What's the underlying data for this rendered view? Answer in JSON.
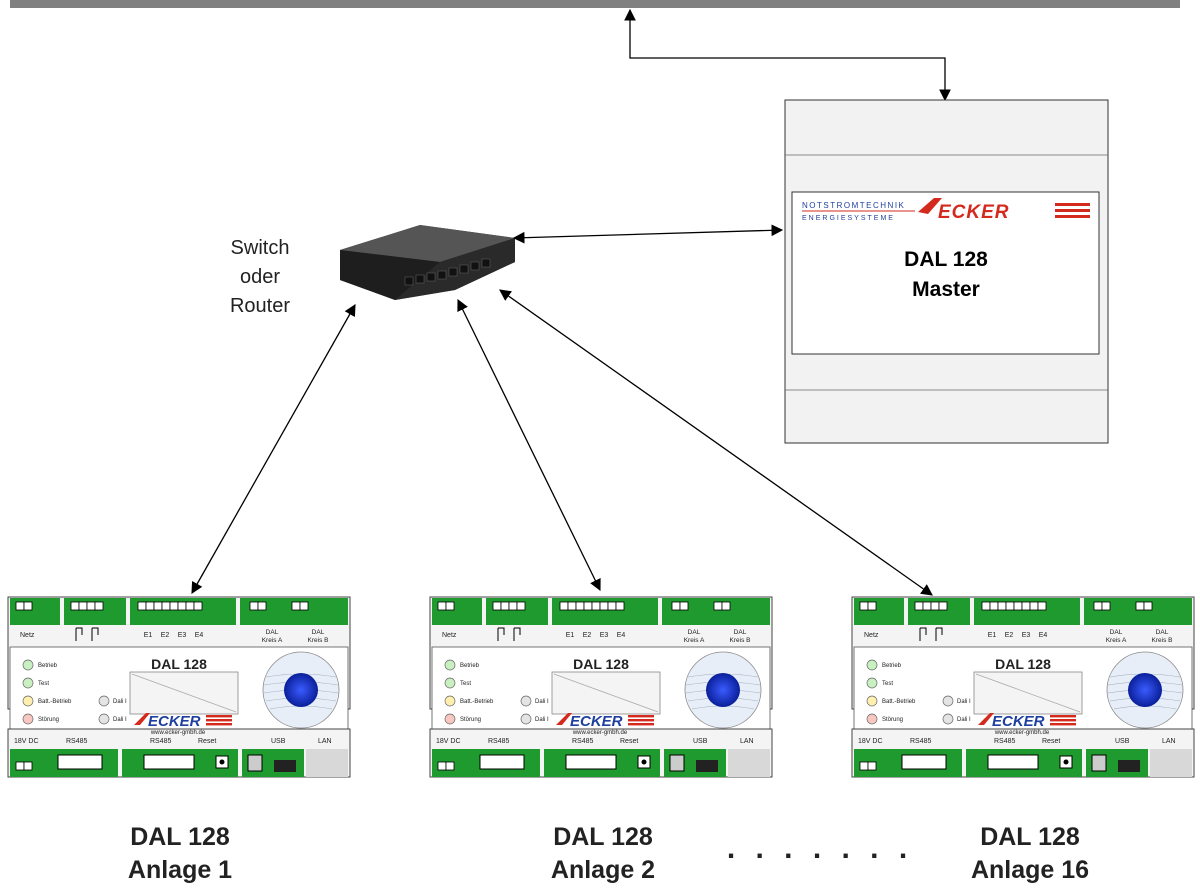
{
  "network": {
    "switch_label": [
      "Switch",
      "oder",
      "Router"
    ]
  },
  "master": {
    "logo_line1": "NOTSTROMTECHNIK",
    "logo_line2": "ENERGIESYSTEME",
    "brand": "ECKER",
    "title": "DAL 128",
    "subtitle": "Master"
  },
  "device": {
    "model": "DAL 128",
    "brand": "ECKER",
    "website": "www.ecker-gmbh.de",
    "top_labels": {
      "netz": "Netz",
      "e1": "E1",
      "e2": "E2",
      "e3": "E3",
      "e4": "E4",
      "dal_a_1": "DAL",
      "dal_a_2": "Kreis A",
      "dal_b_1": "DAL",
      "dal_b_2": "Kreis B"
    },
    "bottom_labels": {
      "power": "18V DC",
      "rs485_1": "RS485",
      "rs485_2": "RS485",
      "reset": "Reset",
      "usb": "USB",
      "lan": "LAN"
    },
    "leds": {
      "betrieb": "Betrieb",
      "test": "Test",
      "batt": "Batt.-Betrieb",
      "stoerung": "Störung",
      "dali_1": "Dali I",
      "dali_2": "Dali I"
    },
    "led_colors": {
      "betrieb": "#c8f0c0",
      "test": "#c8f0c0",
      "batt": "#fff0b0",
      "stoerung": "#f8c8c0",
      "dali": "#e4e4e4"
    }
  },
  "systems": [
    {
      "line1": "DAL 128",
      "line2": "Anlage 1"
    },
    {
      "line1": "DAL 128",
      "line2": "Anlage 2"
    },
    {
      "line1": "DAL 128",
      "line2": "Anlage 16"
    }
  ],
  "ellipsis": ". . . . . . .",
  "colors": {
    "terminal_green": "#1e9a2e",
    "panel_gray": "#f2f2f2",
    "ecker_red": "#d42a1e",
    "ecker_blue": "#1e3fa0",
    "bus_gray": "#808080",
    "knob_blue": "#1a35c8"
  }
}
